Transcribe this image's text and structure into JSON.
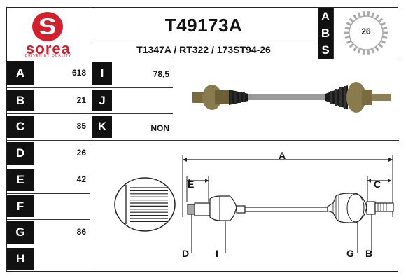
{
  "brand": {
    "name": "sorea",
    "tagline": "DRIVEN BY QUALITY",
    "red": "#d3202f"
  },
  "header": {
    "part_number": "T49173A",
    "cross_refs": "T1347A / RT322 / 173ST94-26",
    "abs_letters": [
      "A",
      "B",
      "S"
    ],
    "abs_teeth": "26"
  },
  "specs": [
    {
      "label": "A",
      "value": "618"
    },
    {
      "label": "B",
      "value": "21"
    },
    {
      "label": "C",
      "value": "85"
    },
    {
      "label": "D",
      "value": "26"
    },
    {
      "label": "E",
      "value": "42"
    },
    {
      "label": "F",
      "value": ""
    },
    {
      "label": "G",
      "value": "86"
    },
    {
      "label": "H",
      "value": ""
    }
  ],
  "specs_right": [
    {
      "label": "I",
      "value": "78,5"
    },
    {
      "label": "J",
      "value": ""
    },
    {
      "label": "K",
      "value": "NON"
    }
  ],
  "diagram_labels": {
    "a": "A",
    "e": "E",
    "c": "C",
    "d": "D",
    "i": "I",
    "g": "G",
    "b": "B"
  }
}
